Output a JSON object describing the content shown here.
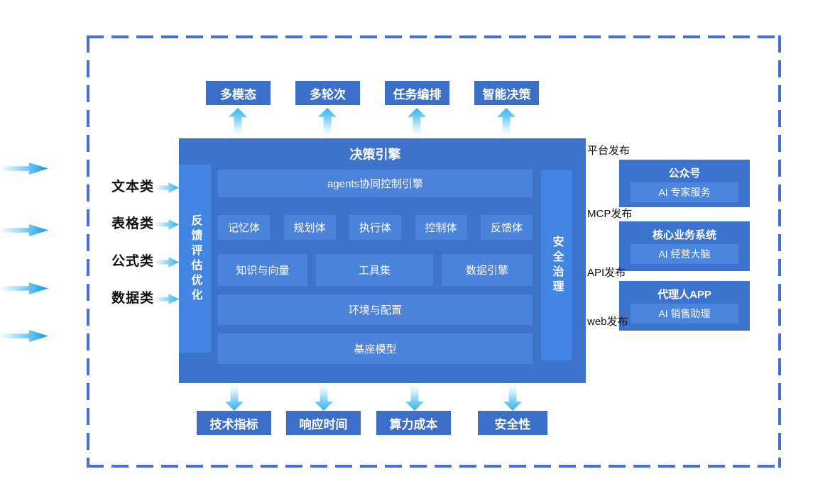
{
  "diagram": {
    "kind": "AI agent platform architecture",
    "colors": {
      "frame_dash": "#4472d4",
      "node_blue": "#3c70c8",
      "panel_blue": "#3e73cb",
      "inner_blue": "#4b83da",
      "rail_blue": "#4285e2",
      "output_box_blue": "#3c73cf",
      "output_inner_blue": "#4b86de",
      "flow_cyan": "#35b4ee",
      "flow_deep_cyan": "#1ba4e8",
      "label_black": "#111111"
    },
    "icons": {
      "up_arrow": "▲",
      "down_arrow": "▼",
      "right_arrow": "→"
    }
  },
  "top_boxes": [
    "多模态",
    "多轮次",
    "任务编排",
    "智能决策"
  ],
  "engine": {
    "title": "决策引擎",
    "left_rail": "反馈评估优化",
    "right_rail": "安全治理",
    "agents_bar": "agents协同控制引擎",
    "agent_units": [
      "记忆体",
      "规划体",
      "执行体",
      "控制体",
      "反馈体"
    ],
    "resource_units": [
      "知识与向量",
      "工具集",
      "数据引擎"
    ],
    "env_bar": "环境与配置",
    "base_model": "基座模型"
  },
  "inputs": [
    "文本类",
    "表格类",
    "公式类",
    "数据类"
  ],
  "outputs": [
    {
      "channel": "平台发布",
      "title": "公众号",
      "service": "AI 专家服务"
    },
    {
      "channel": "MCP发布",
      "title": "核心业务系统",
      "service": "AI 经营大脑"
    },
    {
      "channel": "API发布",
      "title": "代理人APP",
      "service": "AI 销售助理"
    },
    {
      "channel": "web发布"
    }
  ],
  "metrics": [
    "技术指标",
    "响应时间",
    "算力成本",
    "安全性"
  ]
}
